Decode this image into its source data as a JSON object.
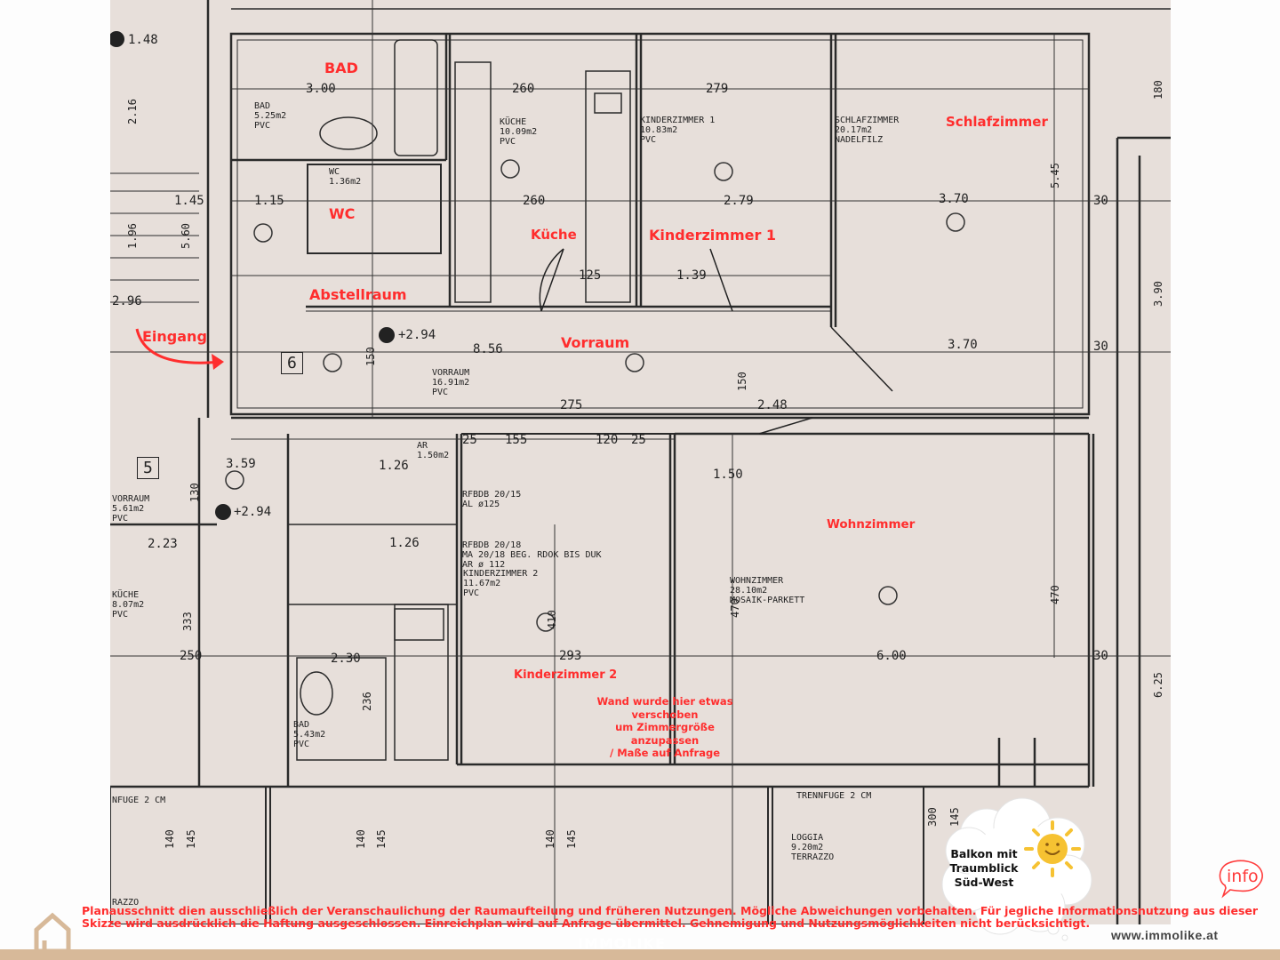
{
  "rooms_marked": {
    "bad": "BAD",
    "schlafzimmer": "Schlafzimmer",
    "wc": "WC",
    "kueche": "Küche",
    "kinderzimmer1": "Kinderzimmer 1",
    "abstellraum": "Abstellraum",
    "eingang": "Eingang",
    "vorraum": "Vorraum",
    "wohnzimmer": "Wohnzimmer",
    "kinderzimmer2": "Kinderzimmer 2"
  },
  "note_lines": [
    "Wand wurde hier etwas",
    "verschoben",
    "um Zimmergröße",
    "anzupassen",
    "/ Maße auf Anfrage"
  ],
  "plan_labels": {
    "bad": "BAD\n5.25m2\nPVC",
    "kueche": "KÜCHE\n10.09m2\nPVC",
    "kinder1": "KINDERZIMMER 1\n10.83m2\nPVC",
    "schlaf": "SCHLAFZIMMER\n20.17m2\nNADELFILZ",
    "wc": "WC\n1.36m2",
    "vorraum": "VORRAUM\n16.91m2\nPVC",
    "kinder2": "KINDERZIMMER 2\n11.67m2\nPVC",
    "wohn": "WOHNZIMMER\n28.10m2\nMOSAIK-PARKETT",
    "vorraum_left": "VORRAUM\n5.61m2\nPVC",
    "kueche_left": "KÜCHE\n8.07m2\nPVC",
    "bad_left": "BAD\n5.43m2\nPVC",
    "ar": "AR\n1.50m2",
    "loggia": "LOGGIA\n9.20m2\nTERRAZZO",
    "rfbdb1": "RFBDB 20/15\nAL ø125",
    "rfbdb2": "RFBDB 20/18\nMA 20/18 BEG. RDOK BIS DUK\nAR ø 112",
    "trennfuge": "TRENNFUGE 2 CM",
    "trennfuge_left": "NFUGE 2 CM",
    "terrazzo_left": "RAZZO",
    "elevation1": "+2.94",
    "elevation2": "+2.94",
    "elevation3": "1.48",
    "door_no1": "6",
    "door_no2": "5"
  },
  "dimensions": {
    "d300": "3.00",
    "d260a": "260",
    "d279a": "279",
    "d260b": "260",
    "d279b": "2.79",
    "d370a": "3.70",
    "d370b": "3.70",
    "d125": "125",
    "d139": "1.39",
    "d856": "8.56",
    "d275": "275",
    "d248": "2.48",
    "d155": "155",
    "d120": "120",
    "d25a": "25",
    "d25b": "25",
    "d150": "1.50",
    "d359": "3.59",
    "d126a": "1.26",
    "d126b": "1.26",
    "d223": "2.23",
    "d250": "250",
    "d230": "2.30",
    "d293": "293",
    "d600": "6.00",
    "d115": "1.15",
    "d145": "1.45",
    "d296": "2.96",
    "d30a": "30",
    "d30b": "30",
    "d30c": "30",
    "v410": "410",
    "v470a": "470",
    "v470b": "470",
    "v545": "5.45",
    "v390": "3.90",
    "v625": "6.25",
    "v333": "333",
    "v236": "236",
    "v140a": "140",
    "v145a": "145",
    "v140b": "140",
    "v145b": "145",
    "v300": "300",
    "v145c": "145",
    "v140c": "140",
    "v145d": "145",
    "v180": "180",
    "v560": "5.60",
    "v196": "1.96",
    "v216": "2.16",
    "v130": "130",
    "v150a": "150",
    "v150b": "150"
  },
  "balkon": [
    "Balkon mit",
    "Traumblick",
    "Süd-West"
  ],
  "disclaimer": "Planausschnitt dien ausschließlich der Veranschaulichung der Raumaufteilung und früheren Nutzungen. Mögliche Abweichungen vorbehalten. Für jegliche Informationsnutzung aus dieser Skizze wird ausdrücklich die Haftung ausgeschlossen. Einreichplan wird auf Anfrage übermittel. Gehnemigung und Nutzungsmöglichkeiten nicht berücksichtigt.",
  "brand": "IMMOLIKE",
  "website": "www.immolike.at",
  "info_label": "info",
  "colors": {
    "annotation": "#ff2d2d",
    "paper": "#e7dfda",
    "ink": "#222222",
    "brand_bar": "#d7b999"
  }
}
